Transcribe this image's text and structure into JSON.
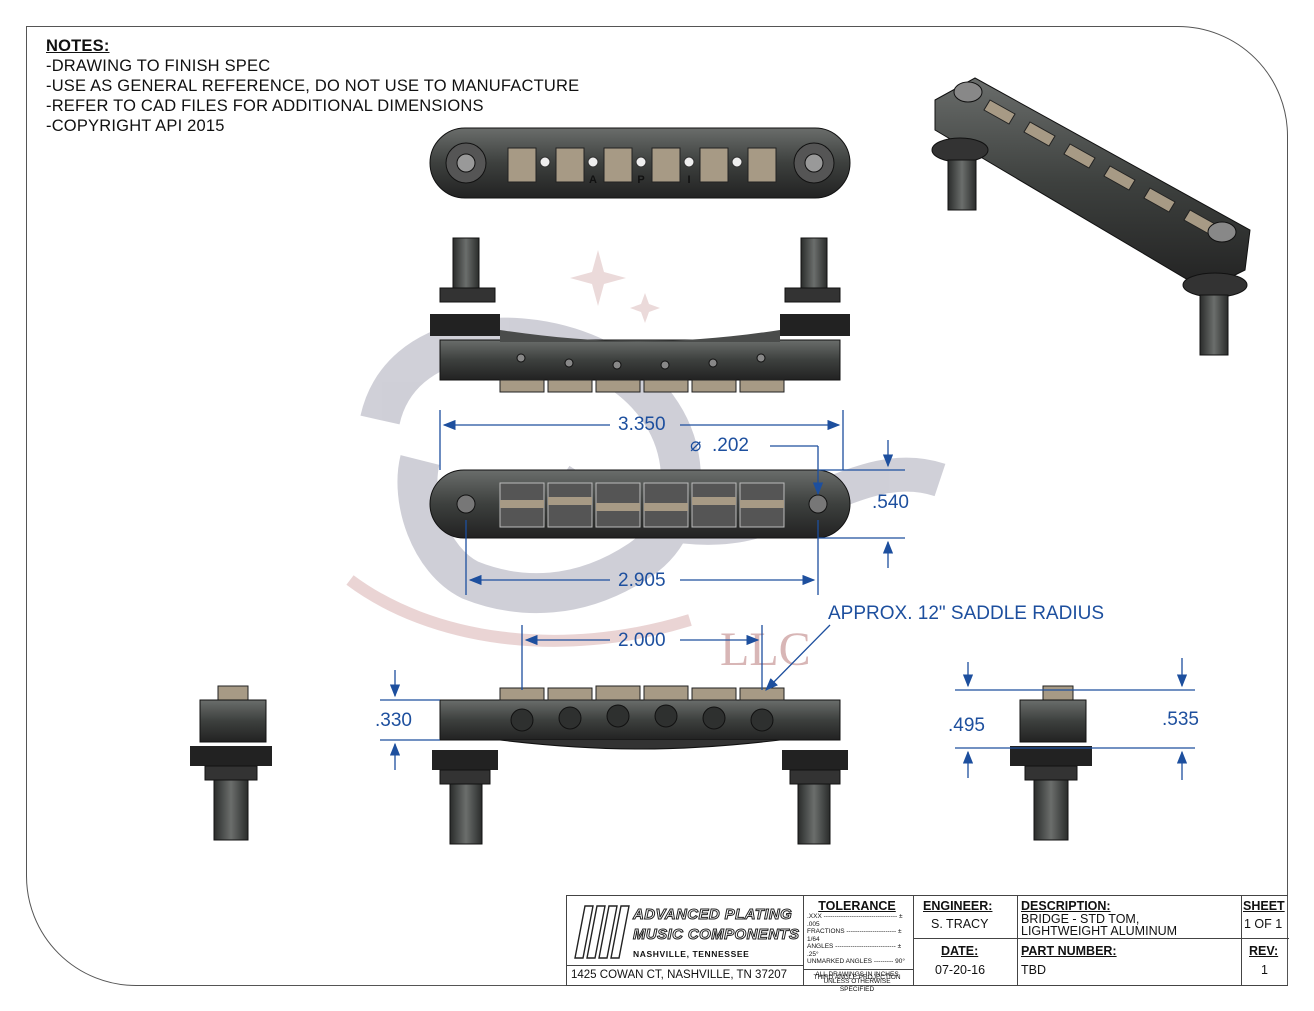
{
  "notes": {
    "heading": "NOTES:",
    "lines": [
      "-DRAWING TO FINISH SPEC",
      "-USE AS GENERAL REFERENCE, DO NOT USE TO MANUFACTURE",
      "-REFER TO CAD FILES FOR ADDITIONAL DIMENSIONS",
      "-COPYRIGHT API 2015"
    ]
  },
  "dimensions": {
    "overall_length": "3.350",
    "hole_diameter": ".202",
    "width": ".540",
    "post_spacing": "2.905",
    "outer_saddle_span": "2.000",
    "saddle_radius_note": "APPROX. 12\" SADDLE RADIUS",
    "base_height": ".330",
    "side_height_left": ".495",
    "side_height_right": ".535"
  },
  "top_view_letters": [
    "A",
    "P",
    "I"
  ],
  "watermark": {
    "suffix": "LLC"
  },
  "title_block": {
    "company_line1": "ADVANCED PLATING",
    "company_line2": "MUSIC COMPONENTS",
    "company_city": "NASHVILLE, TENNESSEE",
    "address": "1425 COWAN CT, NASHVILLE, TN 37207",
    "tolerance_label": "TOLERANCE",
    "tolerance_rows": [
      ".XXX ---------------------------------- ± .005",
      "FRACTIONS ----------------------- ± 1/64",
      "ANGLES ---------------------------- ± .25°",
      "UNMARKED ANGLES --------- 90°"
    ],
    "tolerance_note1": "ALL DRAWINGS IN INCHES",
    "tolerance_note2": "UNLESS OTHERWISE SPECIFIED",
    "projection": "THIRD ANGLE PROJECTION",
    "engineer_label": "ENGINEER:",
    "engineer": "S. TRACY",
    "date_label": "DATE:",
    "date": "07-20-16",
    "description_label": "DESCRIPTION:",
    "description_line1": "BRIDGE - STD TOM,",
    "description_line2": "LIGHTWEIGHT ALUMINUM",
    "part_label": "PART NUMBER:",
    "part_number": "TBD",
    "sheet_label": "SHEET",
    "sheet": "1 OF 1",
    "rev_label": "REV:",
    "rev": "1"
  },
  "colors": {
    "dimension": "#1d4f9e",
    "metal": "#3b3d3b",
    "saddle": "#a79a85",
    "watermark": "#c9c9d3"
  }
}
